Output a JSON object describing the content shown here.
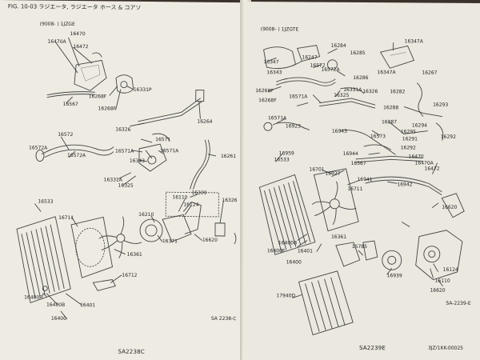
{
  "figure_title": "FIG. 10-03 ラジエータ, ラジエータ ホース & コアソ",
  "left_page": {
    "variant": "(9008-         ) 1JZGE",
    "labels": [
      "16470",
      "16470A",
      "16472",
      "16567",
      "16268F",
      "16331P",
      "16268F",
      "16326",
      "16264",
      "16572",
      "16571",
      "16571A",
      "16572A",
      "16572A",
      "16343",
      "16571A",
      "16261",
      "16331A",
      "16325",
      "16533",
      "16100",
      "16110",
      "16124",
      "16210",
      "16711",
      "16326",
      "16371",
      "16620",
      "16361",
      "16712",
      "16400F",
      "16400B",
      "16401",
      "16400"
    ],
    "ref": "SA 2238-C",
    "footer": "SA2238C"
  },
  "right_page": {
    "variant": "(9008-         ) 1JZGTE",
    "labels": [
      "16284",
      "16347A",
      "16285",
      "16347",
      "16247",
      "16572",
      "16286",
      "16343",
      "16572A",
      "16347A",
      "16267",
      "16268F",
      "16331A",
      "16571A",
      "16325",
      "16326",
      "16282",
      "16268F",
      "16571A",
      "16288",
      "16293",
      "16923",
      "16287",
      "16943",
      "16295",
      "16294",
      "16573",
      "16291",
      "16292",
      "16292",
      "16959",
      "16944",
      "16470",
      "16567",
      "16470A",
      "16472",
      "16533",
      "16701",
      "16927",
      "16941",
      "16942",
      "16711",
      "16361",
      "16620",
      "16400B",
      "16400F",
      "16401",
      "15785",
      "16400",
      "16939",
      "16124",
      "16110",
      "16620",
      "17940D"
    ],
    "ref": "SA-2239-E",
    "footer": "SA2239E",
    "doc_code": "3JZ/1KK-00025"
  }
}
